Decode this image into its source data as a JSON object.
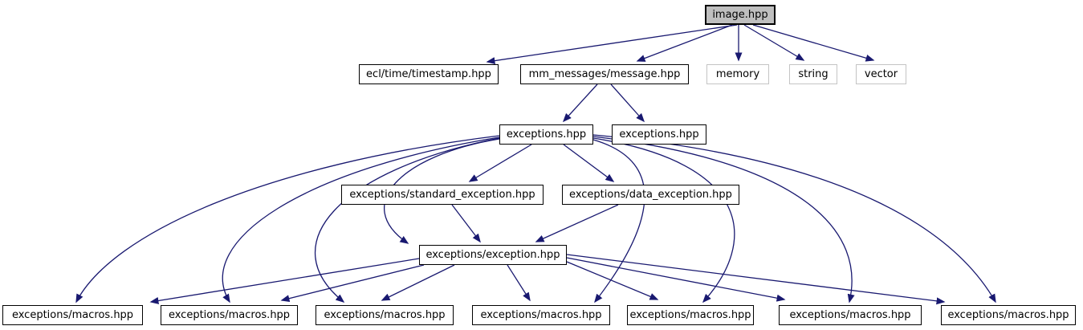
{
  "graph": {
    "title": "image.hpp include dependency graph",
    "colors": {
      "edge": "#191970",
      "node_border": "#000000",
      "node_fill": "#ffffff",
      "current_node_fill": "#bfbfbf",
      "system_node_border": "#c4c4c4",
      "text": "#000000",
      "background": "#ffffff"
    },
    "nodes": [
      {
        "id": "image",
        "label": "image.hpp",
        "type": "current"
      },
      {
        "id": "timestamp",
        "label": "ecl/time/timestamp.hpp",
        "type": "normal"
      },
      {
        "id": "message",
        "label": "mm_messages/message.hpp",
        "type": "normal"
      },
      {
        "id": "memory",
        "label": "memory",
        "type": "system"
      },
      {
        "id": "string",
        "label": "string",
        "type": "system"
      },
      {
        "id": "vector",
        "label": "vector",
        "type": "system"
      },
      {
        "id": "exc1",
        "label": "exceptions.hpp",
        "type": "normal"
      },
      {
        "id": "exc2",
        "label": "exceptions.hpp",
        "type": "normal"
      },
      {
        "id": "std_exc",
        "label": "exceptions/standard_exception.hpp",
        "type": "normal"
      },
      {
        "id": "data_exc",
        "label": "exceptions/data_exception.hpp",
        "type": "normal"
      },
      {
        "id": "exception",
        "label": "exceptions/exception.hpp",
        "type": "normal"
      },
      {
        "id": "macros1",
        "label": "exceptions/macros.hpp",
        "type": "normal"
      },
      {
        "id": "macros2",
        "label": "exceptions/macros.hpp",
        "type": "normal"
      },
      {
        "id": "macros3",
        "label": "exceptions/macros.hpp",
        "type": "normal"
      },
      {
        "id": "macros4",
        "label": "exceptions/macros.hpp",
        "type": "normal"
      },
      {
        "id": "macros5",
        "label": "exceptions/macros.hpp",
        "type": "normal"
      },
      {
        "id": "macros6",
        "label": "exceptions/macros.hpp",
        "type": "normal"
      },
      {
        "id": "macros7",
        "label": "exceptions/macros.hpp",
        "type": "normal"
      }
    ],
    "edges": [
      {
        "from": "image",
        "to": "timestamp"
      },
      {
        "from": "image",
        "to": "message"
      },
      {
        "from": "image",
        "to": "memory"
      },
      {
        "from": "image",
        "to": "string"
      },
      {
        "from": "image",
        "to": "vector"
      },
      {
        "from": "message",
        "to": "exc1"
      },
      {
        "from": "message",
        "to": "exc2"
      },
      {
        "from": "exc1",
        "to": "std_exc"
      },
      {
        "from": "exc1",
        "to": "data_exc"
      },
      {
        "from": "exc1",
        "to": "exception"
      },
      {
        "from": "exc1",
        "to": "macros1"
      },
      {
        "from": "exc1",
        "to": "macros2"
      },
      {
        "from": "exc1",
        "to": "macros3"
      },
      {
        "from": "exc1",
        "to": "macros4"
      },
      {
        "from": "exc1",
        "to": "macros5"
      },
      {
        "from": "exc1",
        "to": "macros6"
      },
      {
        "from": "exc1",
        "to": "macros7"
      },
      {
        "from": "std_exc",
        "to": "exception"
      },
      {
        "from": "data_exc",
        "to": "exception"
      },
      {
        "from": "exception",
        "to": "macros1"
      },
      {
        "from": "exception",
        "to": "macros2"
      },
      {
        "from": "exception",
        "to": "macros3"
      },
      {
        "from": "exception",
        "to": "macros4"
      },
      {
        "from": "exception",
        "to": "macros5"
      },
      {
        "from": "exception",
        "to": "macros6"
      },
      {
        "from": "exception",
        "to": "macros7"
      }
    ]
  }
}
